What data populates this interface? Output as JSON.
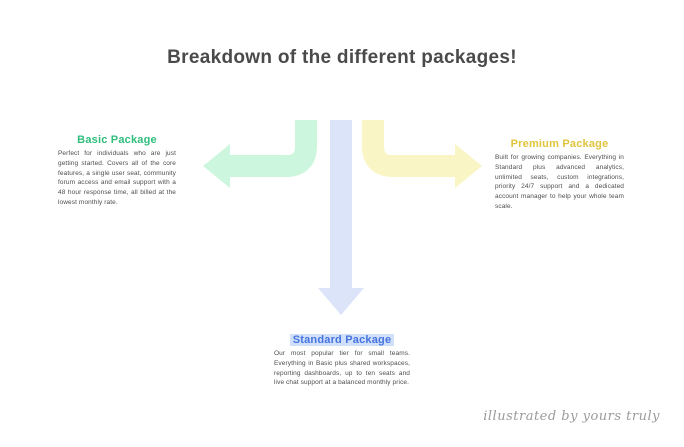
{
  "title": "Breakdown of the different packages!",
  "watermark": "illustrated by yours truly",
  "arrows": {
    "left_color": "#ccf6dd",
    "down_color": "#dce4f9",
    "right_color": "#faf5c4"
  },
  "packages": {
    "basic": {
      "label": "Basic Package",
      "label_color": "#2fbe7c",
      "body": "Perfect for individuals who are just getting started. Covers all of the core features, a single user seat, community forum access and email support with a 48 hour response time, all billed at the lowest monthly rate."
    },
    "standard": {
      "label": "Standard Package",
      "label_color": "#4673e0",
      "body": "Our most popular tier for small teams. Everything in Basic plus shared workspaces, reporting dashboards, up to ten seats and live chat support at a balanced monthly price."
    },
    "premium": {
      "label": "Premium Package",
      "label_color": "#e0c43c",
      "body": "Built for growing companies. Everything in Standard plus advanced analytics, unlimited seats, custom integrations, priority 24/7 support and a dedicated account manager to help your whole team scale."
    }
  }
}
